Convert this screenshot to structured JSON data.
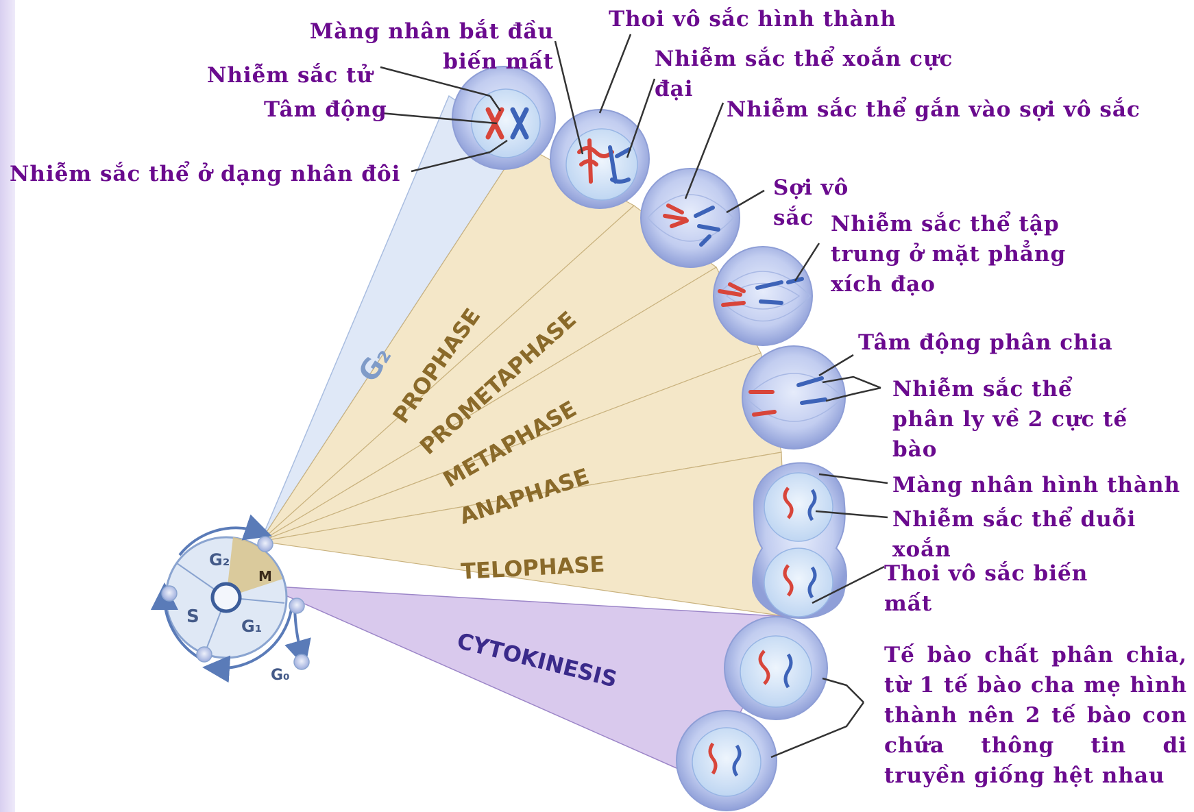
{
  "phases": {
    "g2": "G₂",
    "prophase": "PROPHASE",
    "prometaphase": "PROMETAPHASE",
    "metaphase": "METAPHASE",
    "anaphase": "ANAPHASE",
    "telophase": "TELOPHASE",
    "cytokinesis": "CYTOKINESIS"
  },
  "cycle": {
    "g2": "G₂",
    "m": "M",
    "s": "S",
    "g1": "G₁",
    "g0": "G₀"
  },
  "labels": {
    "mang_nhan_bat_dau": "Màng nhân bắt đầu biến mất",
    "nhiem_sac_tu": "Nhiễm sắc tử",
    "tam_dong": "Tâm động",
    "nst_nhan_doi": "Nhiễm sắc thể ở dạng nhân đôi",
    "thoi_vo_sac_hinh_thanh": "Thoi vô sắc hình thành",
    "nst_xoan_cuc_dai": "Nhiễm sắc thể xoắn cực đại",
    "nst_gan_soi": "Nhiễm sắc thể gắn vào sợi vô sắc",
    "soi_vo_sac": "Sợi vô sắc",
    "nst_tap_trung": "Nhiễm sắc thể tập trung ở mặt phẳng xích đạo",
    "tam_dong_phan_chia": "Tâm động phân chia",
    "nst_phan_ly": "Nhiễm sắc thể phân ly về 2 cực tế bào",
    "mang_nhan_hinh_thanh": "Màng nhân hình thành",
    "nst_duoi_xoan": "Nhiễm sắc thể duỗi xoắn",
    "thoi_vo_sac_bien_mat": "Thoi vô sắc biến mất",
    "te_bao_chat": "Tế bào chất phân chia, từ 1 tế bào cha mẹ hình thành nên 2 tế bào con chứa thông tin di truyền giống hệt nhau"
  },
  "colors": {
    "label_text": "#6a0a8e",
    "phase_text": "#8a6a2a",
    "g2_text": "#7f9bc8",
    "cytokinesis_text": "#3a2a8a",
    "beige_fan": "#f3e6c6",
    "blue_fan": "#dde6f6",
    "purple_fan": "#d8c8ec",
    "cell_fill": "#b9c6ee",
    "chromosome_red": "#d8453a",
    "chromosome_blue": "#3d63b8"
  }
}
